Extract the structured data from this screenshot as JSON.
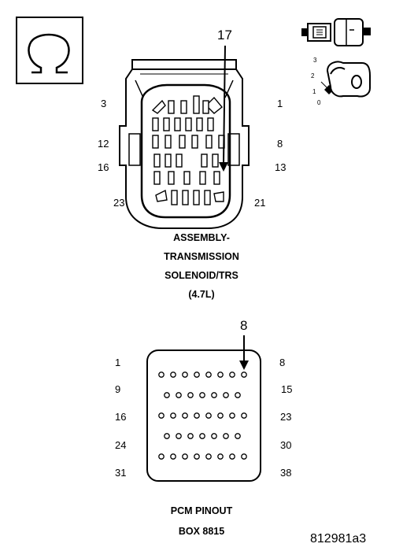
{
  "ohmmeter": {
    "icon": "ohm-symbol-icon"
  },
  "probe_icons": {
    "probe": "probe-connector-icon",
    "key": "key-switch-icon",
    "key_scale": [
      "3",
      "2",
      "1",
      "0"
    ]
  },
  "connector1": {
    "callout": "17",
    "pin_labels": {
      "tl": "3",
      "tr": "1",
      "ml": "12",
      "mr": "8",
      "ml2": "16",
      "mr2": "13",
      "bl": "23",
      "br": "21"
    },
    "caption_lines": [
      "ASSEMBLY-",
      "TRANSMISSION",
      "SOLENOID/TRS",
      "(4.7L)"
    ]
  },
  "connector2": {
    "callout": "8",
    "pin_labels": {
      "r1l": "1",
      "r1r": "8",
      "r2l": "9",
      "r2r": "15",
      "r3l": "16",
      "r3r": "23",
      "r4l": "24",
      "r4r": "30",
      "r5l": "31",
      "r5r": "38"
    },
    "caption_lines": [
      "PCM PINOUT",
      "BOX 8815"
    ]
  },
  "figure_id": "812981a3"
}
